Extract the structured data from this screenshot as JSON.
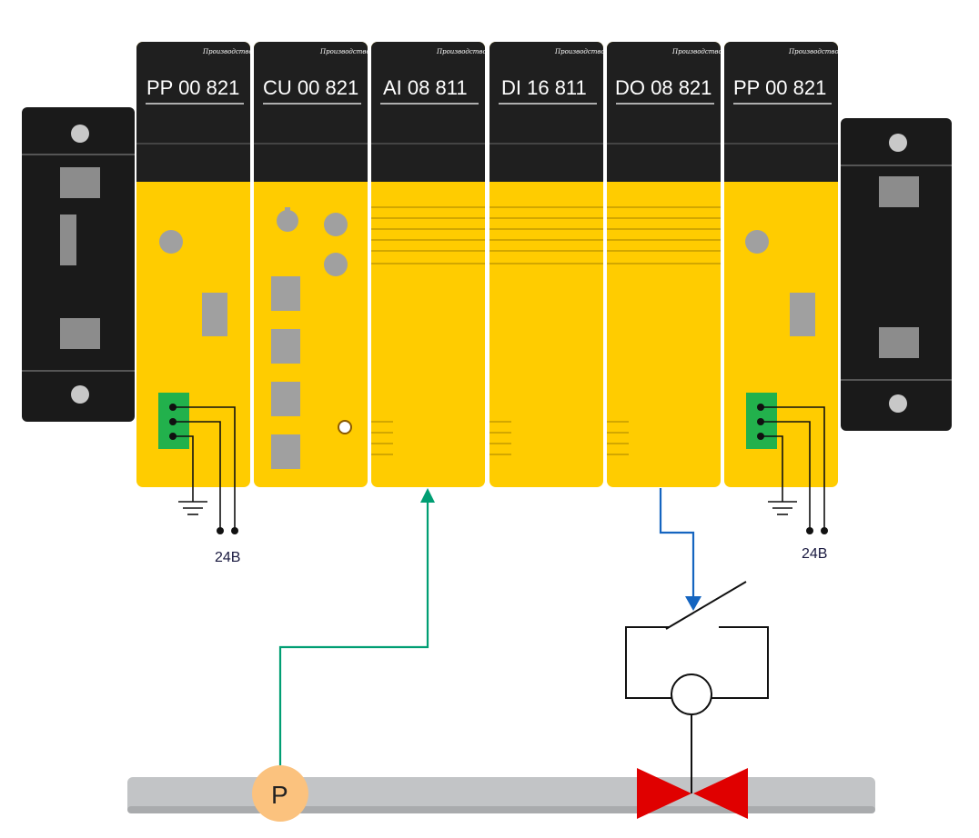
{
  "modules": [
    {
      "id": "pp-left",
      "label": "PP 00 821",
      "brand": "Производство Системы"
    },
    {
      "id": "cu",
      "label": "CU 00 821",
      "brand": "Производство Системы"
    },
    {
      "id": "ai",
      "label": "AI 08 811",
      "brand": "Производство Системы"
    },
    {
      "id": "di",
      "label": "DI 16 811",
      "brand": "Производство Системы"
    },
    {
      "id": "do",
      "label": "DO 08 821",
      "brand": "Производство Системы"
    },
    {
      "id": "pp-right",
      "label": "PP 00 821",
      "brand": "Производство Системы"
    }
  ],
  "power_left": {
    "voltage_label": "24В"
  },
  "power_right": {
    "voltage_label": "24В"
  },
  "sensor": {
    "letter": "P"
  },
  "colors": {
    "module_yellow": "#FFCC00",
    "module_black": "#1F1F1F",
    "end_cap": "#1A1A1A",
    "terminal_green": "#22B14C",
    "signal_green": "#009E73",
    "signal_blue": "#1565C0",
    "valve_red": "#E00000",
    "sensor_orange": "#FBC27E",
    "pipe_gray": "#C2C4C6"
  }
}
